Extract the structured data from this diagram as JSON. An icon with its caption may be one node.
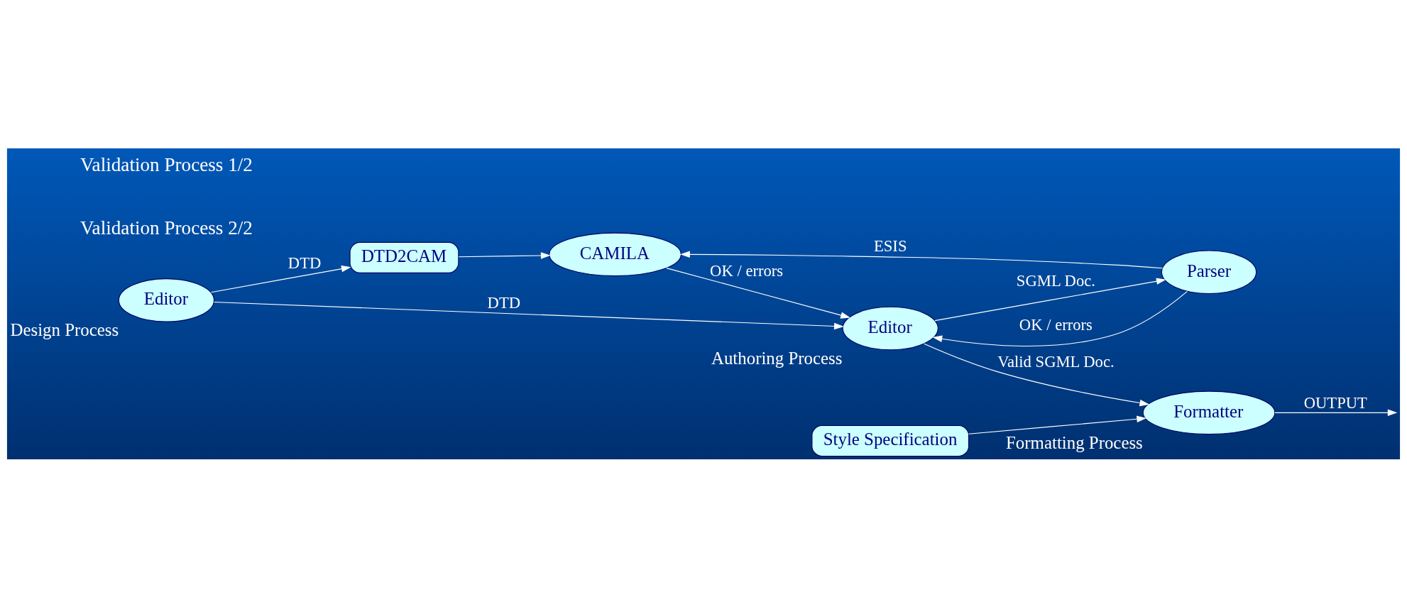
{
  "diagram": {
    "nodes": [
      {
        "text": [
          "Editor"
        ],
        "beside": [
          "Design Process"
        ]
      },
      {
        "text": [
          "DTD2CAM"
        ]
      },
      {
        "text": [
          "CAMILA"
        ]
      },
      {
        "text": [
          "Editor"
        ],
        "beside": [
          "Authoring Process"
        ]
      },
      {
        "text": [
          "Parser"
        ]
      },
      {
        "text": [
          "Style Specification"
        ]
      },
      {
        "text": [
          "Formatter"
        ],
        "beside": [
          "Formatting Process"
        ]
      }
    ],
    "edges": [
      {
        "from": 0,
        "to": 1,
        "arrow": "to",
        "label": "DTD"
      },
      {
        "from": 1,
        "to": 2,
        "arrow": "to"
      },
      {
        "from": 0,
        "to": 3,
        "arrow": "to",
        "label": "DTD"
      },
      {
        "from": 2,
        "to": 3,
        "arrow": "to",
        "label": "OK / errors"
      },
      {
        "from": 3,
        "to": 4,
        "arrow": "to",
        "label": "SGML Doc."
      },
      {
        "from": 4,
        "to": 2,
        "arrow": "to",
        "label": "ESIS"
      },
      {
        "from": 4,
        "to": 3,
        "arrow": "to",
        "label": "OK / errors"
      },
      {
        "from": 3,
        "to": 6,
        "arrow": "to",
        "label": "Valid SGML Doc."
      },
      {
        "from": 5,
        "to": 6,
        "arrow": "to"
      },
      {
        "from": 6,
        "to": null,
        "arrow": "to",
        "label": "OUTPUT"
      }
    ],
    "labels": [
      "Validation Process 2/2",
      "Validation Process 1/2"
    ]
  }
}
